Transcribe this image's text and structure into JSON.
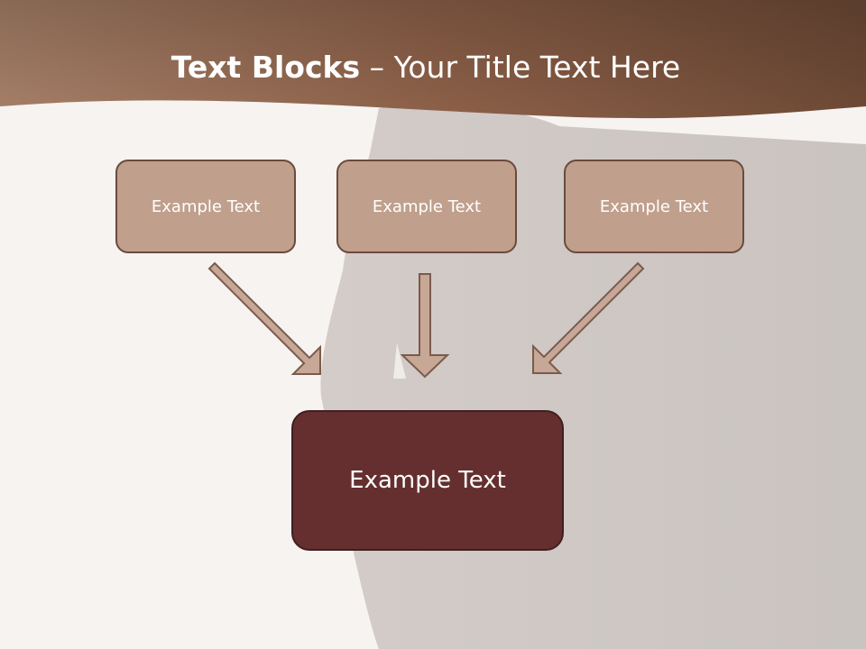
{
  "title": {
    "bold": "Text Blocks",
    "rest": " – Your Title Text Here"
  },
  "blocks": {
    "left": "Example Text",
    "middle": "Example Text",
    "right": "Example Text",
    "result": "Example Text"
  },
  "colors": {
    "header": "#9c6e54",
    "block_fill": "#c0a08c",
    "block_border": "#6b4a3d",
    "result_fill": "#652f2f",
    "arrow_fill": "#c7a795",
    "arrow_stroke": "#7a5b4c"
  }
}
